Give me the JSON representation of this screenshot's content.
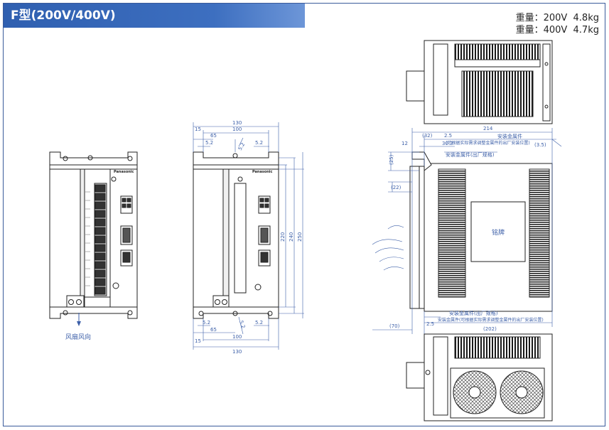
{
  "header": {
    "title": "F型(200V/400V)"
  },
  "weights": [
    {
      "label": "重量：200V  4.8kg"
    },
    {
      "label": "重量：400V  4.7kg"
    }
  ],
  "front_view": {
    "fan_label": "风扇风向",
    "brand": "Panasonic"
  },
  "mid_view": {
    "dims_top": [
      "130",
      "100",
      "15",
      "65",
      "5.2",
      "5.2"
    ],
    "slot": "5.2",
    "dims_right": [
      "220",
      "240",
      "250"
    ],
    "dims_bottom": [
      "5.2",
      "65",
      "5.2",
      "15",
      "100",
      "130"
    ],
    "brand": "Panasonic"
  },
  "side_view": {
    "d214": "214",
    "d32": "(32)",
    "d25a": "2.5",
    "d12": "12",
    "d303": "30.3",
    "d35": "(3.5)",
    "d25": "(25)",
    "d22": "(22)",
    "d70": "(70)",
    "d25b": "2.5",
    "d202": "(202)",
    "bracket_top": "安装金属件",
    "bracket_top_note": "(可根据实际需求调整金属件的出厂安装位置)",
    "bracket_factory": "安装金属件(出厂规格)",
    "bracket_bottom_factory": "安装金属件(出厂规格)",
    "bracket_bottom_note": "安装金属件(可根据实际需求调整金属件的出厂安装位置)",
    "nameplate": "铭牌"
  }
}
